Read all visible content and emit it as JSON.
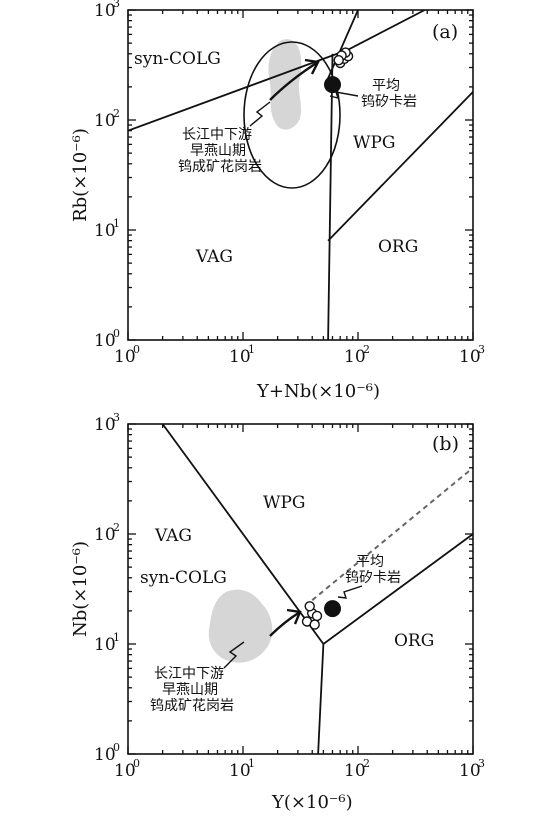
{
  "chart_data": [
    {
      "type": "scatter",
      "panel": "(a)",
      "xscale": "log",
      "yscale": "log",
      "xlim": [
        1,
        1000
      ],
      "ylim": [
        1,
        1000
      ],
      "xlabel": "Y+Nb(×10⁻⁶)",
      "ylabel": "Rb(×10⁻⁶)",
      "field_labels": [
        "syn-COLG",
        "WPG",
        "VAG",
        "ORG"
      ],
      "granite_label": [
        "长江中下游",
        "早燕山期",
        "钨成矿花岗岩"
      ],
      "mean_label": [
        "平均",
        "钨矽卡岩"
      ],
      "boundaries": [
        {
          "name": "syn-COLG/VAG",
          "points": [
            [
              1,
              80
            ],
            [
              75,
              420
            ]
          ]
        },
        {
          "name": "upper-left-to-top",
          "points": [
            [
              55,
              240
            ],
            [
              100,
              1000
            ]
          ]
        },
        {
          "name": "WPG-upper",
          "points": [
            [
              70,
              400
            ],
            [
              380,
              1000
            ]
          ]
        },
        {
          "name": "VAG/WPG-vertical",
          "points": [
            [
              60,
              400
            ],
            [
              55,
              1
            ]
          ]
        },
        {
          "name": "WPG/ORG",
          "points": [
            [
              55,
              8
            ],
            [
              1000,
              180
            ]
          ]
        }
      ],
      "skarn_points": [
        [
          70,
          330
        ],
        [
          76,
          360
        ],
        [
          82,
          380
        ],
        [
          78,
          410
        ],
        [
          72,
          385
        ],
        [
          68,
          350
        ]
      ],
      "mean_point": [
        60,
        210
      ]
    },
    {
      "type": "scatter",
      "panel": "(b)",
      "xscale": "log",
      "yscale": "log",
      "xlim": [
        1,
        1000
      ],
      "ylim": [
        1,
        1000
      ],
      "xlabel": "Y(×10⁻⁶)",
      "ylabel": "Nb(×10⁻⁶)",
      "field_labels": [
        "WPG",
        "VAG",
        "syn-COLG",
        "ORG"
      ],
      "granite_label": [
        "长江中下游",
        "早燕山期",
        "钨成矿花岗岩"
      ],
      "mean_label": [
        "平均",
        "钨矽卡岩"
      ],
      "boundaries": [
        {
          "name": "VAG+syn-COLG/WPG",
          "points": [
            [
              2,
              1000
            ],
            [
              50,
              10
            ]
          ]
        },
        {
          "name": "WPG/ORG",
          "points": [
            [
              50,
              10
            ],
            [
              1000,
              100
            ]
          ]
        },
        {
          "name": "VAG/ORG",
          "points": [
            [
              50,
              10
            ],
            [
              45,
              1
            ]
          ]
        }
      ],
      "dashed_boundary": [
        [
          40,
          25
        ],
        [
          1000,
          400
        ]
      ],
      "skarn_points": [
        [
          36,
          16
        ],
        [
          40,
          19
        ],
        [
          44,
          18
        ],
        [
          38,
          22
        ],
        [
          42,
          15
        ]
      ],
      "mean_point": [
        60,
        21
      ]
    }
  ]
}
